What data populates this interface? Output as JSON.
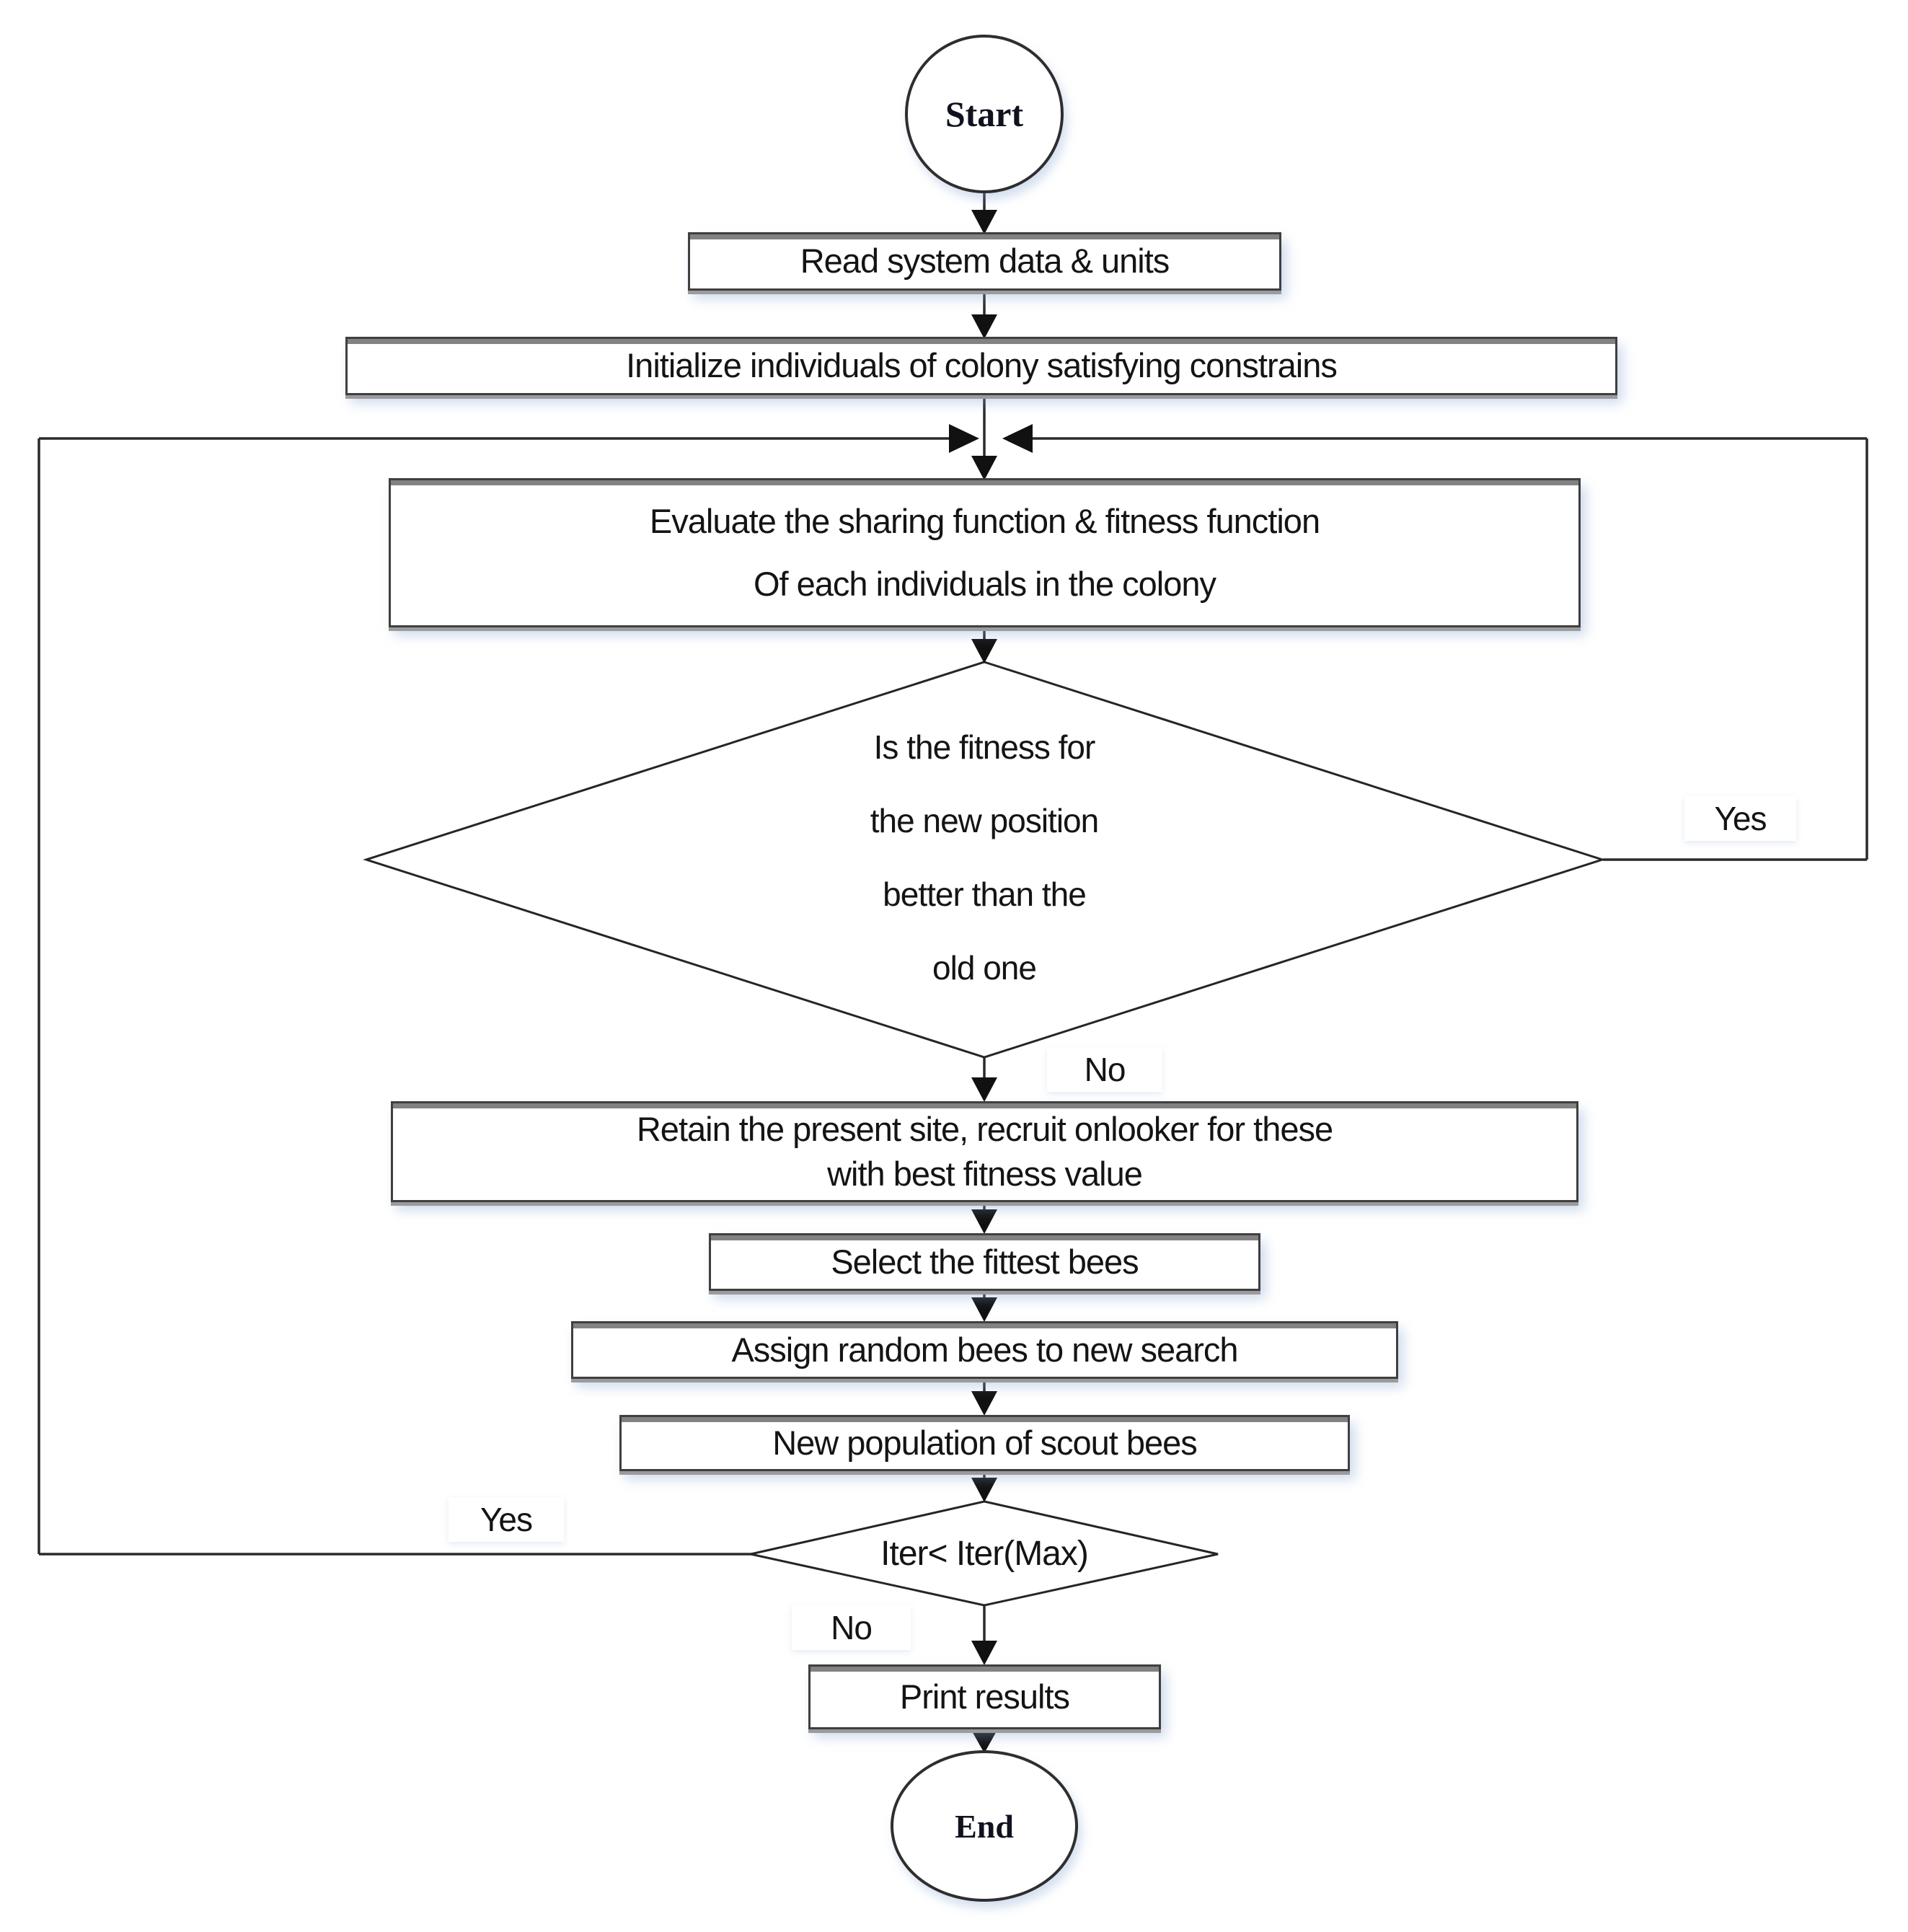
{
  "diagram": {
    "type": "flowchart",
    "nodes": {
      "start": {
        "label": "Start",
        "shape": "circle"
      },
      "read": {
        "label": "Read system data & units",
        "shape": "process"
      },
      "initialize": {
        "label": "Initialize individuals of colony satisfying constrains",
        "shape": "process"
      },
      "evaluate": {
        "line1": "Evaluate the sharing function & fitness function",
        "line2": "Of each individuals in the colony",
        "shape": "process"
      },
      "fitness_decision": {
        "line1": "Is the fitness for",
        "line2": "the new position",
        "line3": "better than the",
        "line4": "old one",
        "shape": "decision"
      },
      "retain": {
        "line1": "Retain the present site, recruit onlooker for these",
        "line2": "with best fitness value",
        "shape": "process"
      },
      "select": {
        "label": "Select the fittest bees",
        "shape": "process"
      },
      "assign": {
        "label": "Assign random bees to new search",
        "shape": "process"
      },
      "new_population": {
        "label": "New population of scout bees",
        "shape": "process"
      },
      "iteration_decision": {
        "label": "Iter< Iter(Max)",
        "shape": "decision"
      },
      "print": {
        "label": "Print results",
        "shape": "process"
      },
      "end": {
        "label": "End",
        "shape": "circle"
      }
    },
    "edge_labels": {
      "fitness_yes": "Yes",
      "fitness_no": "No",
      "iteration_yes": "Yes",
      "iteration_no": "No"
    },
    "edges": [
      {
        "from": "start",
        "to": "read"
      },
      {
        "from": "read",
        "to": "initialize"
      },
      {
        "from": "initialize",
        "to": "evaluate"
      },
      {
        "from": "evaluate",
        "to": "fitness_decision"
      },
      {
        "from": "fitness_decision",
        "to": "evaluate",
        "label": "Yes",
        "via": "right-loop"
      },
      {
        "from": "fitness_decision",
        "to": "retain",
        "label": "No"
      },
      {
        "from": "retain",
        "to": "select"
      },
      {
        "from": "select",
        "to": "assign"
      },
      {
        "from": "assign",
        "to": "new_population"
      },
      {
        "from": "new_population",
        "to": "iteration_decision"
      },
      {
        "from": "iteration_decision",
        "to": "evaluate",
        "label": "Yes",
        "via": "left-loop"
      },
      {
        "from": "iteration_decision",
        "to": "print",
        "label": "No"
      },
      {
        "from": "print",
        "to": "end"
      }
    ],
    "colors": {
      "line": "#2a2a2a",
      "box_border": "#3f3f3f",
      "box_top_bar": "#828282",
      "box_bottom_shadow": "#9b9b9b",
      "soft_glow": "#c9d7ec",
      "text": "#141414",
      "background": "#ffffff"
    }
  }
}
